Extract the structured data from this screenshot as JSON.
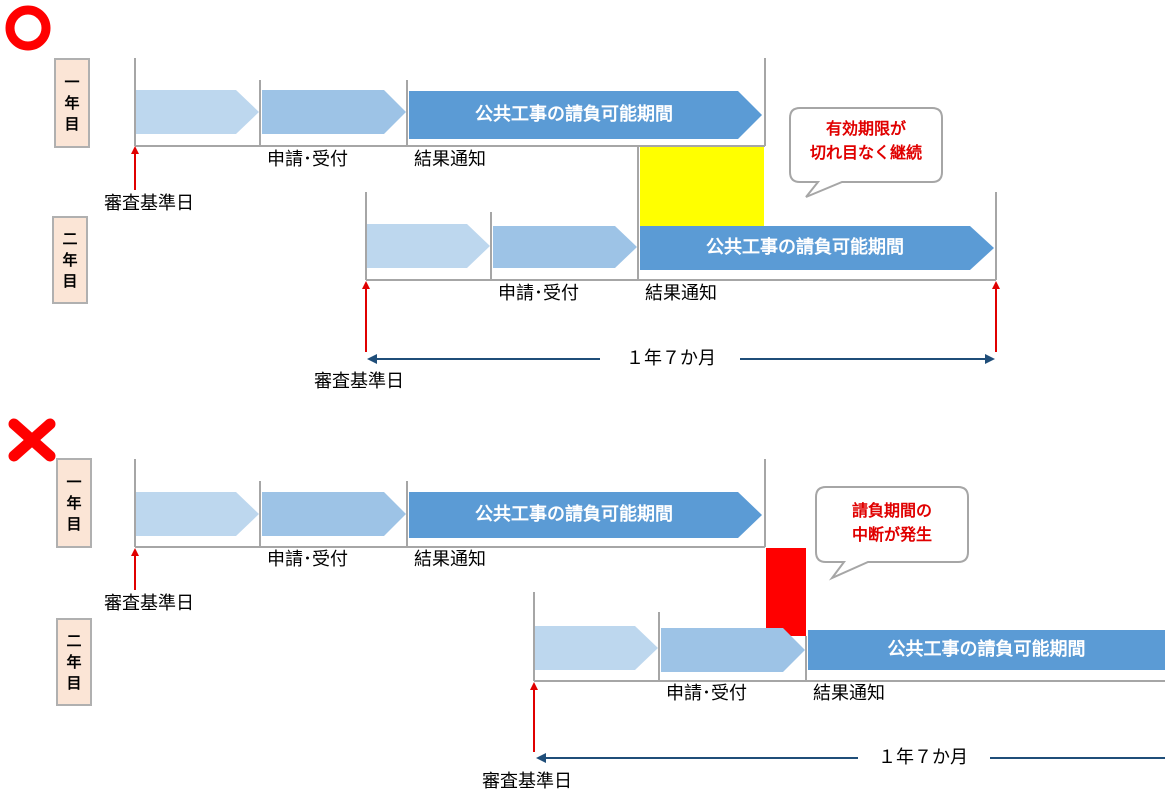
{
  "good": {
    "mark": "○",
    "year1_label": [
      "一",
      "年",
      "目"
    ],
    "year2_label": [
      "二",
      "年",
      "目"
    ],
    "period_label": "公共工事の請負可能期間",
    "apply_label": "申請･受付",
    "result_label": "結果通知",
    "base_date_label": "審査基準日",
    "bubble_lines": [
      "有効期限が",
      "切れ目なく継続"
    ],
    "duration_label": "１年７か月",
    "overlap_color": "#ffff00"
  },
  "bad": {
    "mark": "×",
    "year1_label": [
      "一",
      "年",
      "目"
    ],
    "year2_label": [
      "二",
      "年",
      "目"
    ],
    "period_label": "公共工事の請負可能期間",
    "apply_label": "申請･受付",
    "result_label": "結果通知",
    "base_date_label": "審査基準日",
    "bubble_lines": [
      "請負期間の",
      "中断が発生"
    ],
    "duration_label": "１年７か月",
    "gap_color": "#ff0000"
  },
  "colors": {
    "arrow_light": "#bdd7ee",
    "arrow_mid": "#9dc3e6",
    "arrow_dark": "#5b9bd5",
    "base_arrow": "#e00000",
    "duration_arrow": "#1f4e79",
    "circle_mark": "#ff0000",
    "cross_mark": "#ff0000"
  }
}
